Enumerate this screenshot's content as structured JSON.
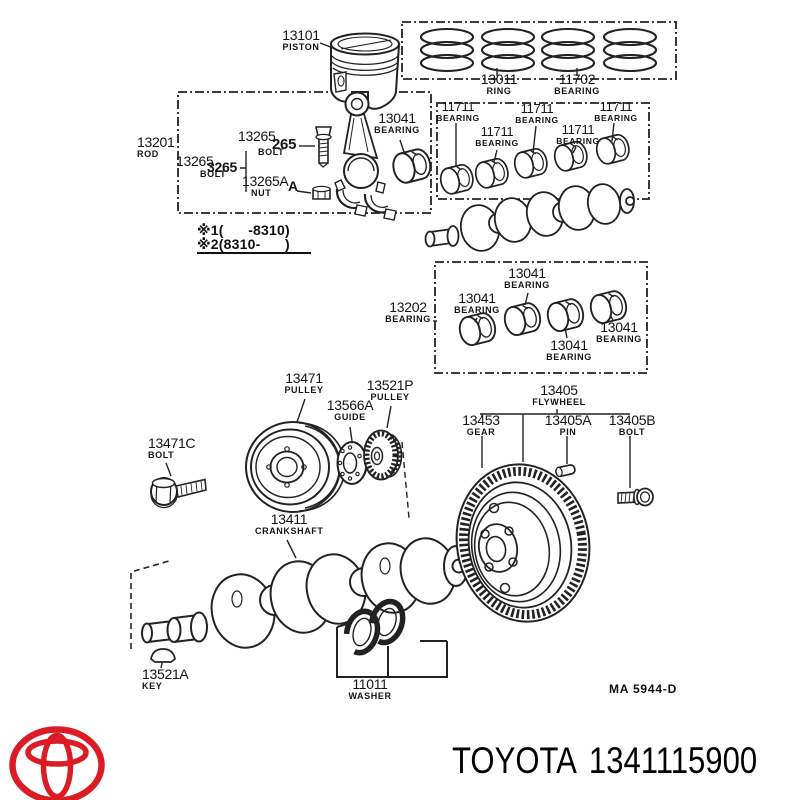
{
  "diagram": {
    "drawing_code": "MA 5944-D",
    "notes": [
      "※1(      -8310)",
      "※2(8310-      )"
    ],
    "callouts": {
      "piston": {
        "part": "13101",
        "name": "PISTON"
      },
      "ring": {
        "part": "13011",
        "name": "RING"
      },
      "ring_bearing": {
        "part": "11702",
        "name": "BEARING"
      },
      "rod": {
        "part": "13201",
        "name": "ROD"
      },
      "rod_bolt_a": {
        "part": "13265",
        "name": "BOLT",
        "overprint": "3265"
      },
      "rod_bolt_b": {
        "part": "13265",
        "name": "BOLT",
        "overprint": "265"
      },
      "rod_nut": {
        "part": "13265A",
        "name": "NUT",
        "overprint": "A"
      },
      "rod_bearing": {
        "part": "13041",
        "name": "BEARING"
      },
      "main_bearings_upper": {
        "items": [
          {
            "part": "11711",
            "name": "BEARING"
          },
          {
            "part": "11711",
            "name": "BEARING"
          },
          {
            "part": "11711",
            "name": "BEARING"
          },
          {
            "part": "11711",
            "name": "BEARING"
          },
          {
            "part": "11711",
            "name": "BEARING"
          }
        ]
      },
      "block_bearing": {
        "part": "13202",
        "name": "BEARING"
      },
      "main_bearings_lower": {
        "items": [
          {
            "part": "13041",
            "name": "BEARING"
          },
          {
            "part": "13041",
            "name": "BEARING"
          },
          {
            "part": "13041",
            "name": "BEARING"
          },
          {
            "part": "13041",
            "name": "BEARING"
          }
        ]
      },
      "pulley": {
        "part": "13471",
        "name": "PULLEY"
      },
      "pulley_bolt": {
        "part": "13471C",
        "name": "BOLT"
      },
      "guide": {
        "part": "13566A",
        "name": "GUIDE"
      },
      "timing_pulley": {
        "part": "13521P",
        "name": "PULLEY"
      },
      "flywheel": {
        "part": "13405",
        "name": "FLYWHEEL"
      },
      "flywheel_gear": {
        "part": "13453",
        "name": "GEAR"
      },
      "flywheel_pin": {
        "part": "13405A",
        "name": "PIN"
      },
      "flywheel_bolt": {
        "part": "13405B",
        "name": "BOLT"
      },
      "crankshaft": {
        "part": "13411",
        "name": "CRANKSHAFT"
      },
      "crankshaft_key": {
        "part": "13521A",
        "name": "KEY"
      },
      "thrust_washer": {
        "part": "11011",
        "name": "WASHER"
      }
    }
  },
  "footer": {
    "brand": "TOYOTA",
    "part_number": "1341115900",
    "logo_color": "#db1c24"
  }
}
